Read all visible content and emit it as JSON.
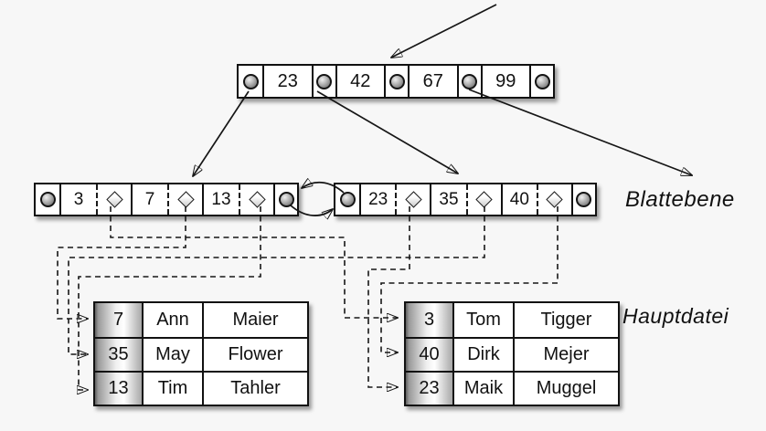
{
  "diagram": {
    "background_color": "#f7f7f7",
    "line_color": "#161616",
    "node_fill": "#ffffff",
    "key_column_gradient": [
      "#606060",
      "#ffffff",
      "#a8a8a8"
    ],
    "icons": {
      "pointer": "pointer-circle-icon",
      "record_ref": "record-pointer-diamond-icon"
    }
  },
  "root_node": {
    "keys": [
      "23",
      "42",
      "67",
      "99"
    ]
  },
  "leaf_level": {
    "label": "Blattebene",
    "leaves": [
      {
        "keys": [
          "3",
          "7",
          "13"
        ]
      },
      {
        "keys": [
          "23",
          "35",
          "40"
        ]
      }
    ]
  },
  "main_file": {
    "label": "Hauptdatei",
    "tables": [
      {
        "rows": [
          [
            "7",
            "Ann",
            "Maier"
          ],
          [
            "35",
            "May",
            "Flower"
          ],
          [
            "13",
            "Tim",
            "Tahler"
          ]
        ]
      },
      {
        "rows": [
          [
            "3",
            "Tom",
            "Tigger"
          ],
          [
            "40",
            "Dirk",
            "Mejer"
          ],
          [
            "23",
            "Maik",
            "Muggel"
          ]
        ]
      }
    ]
  }
}
